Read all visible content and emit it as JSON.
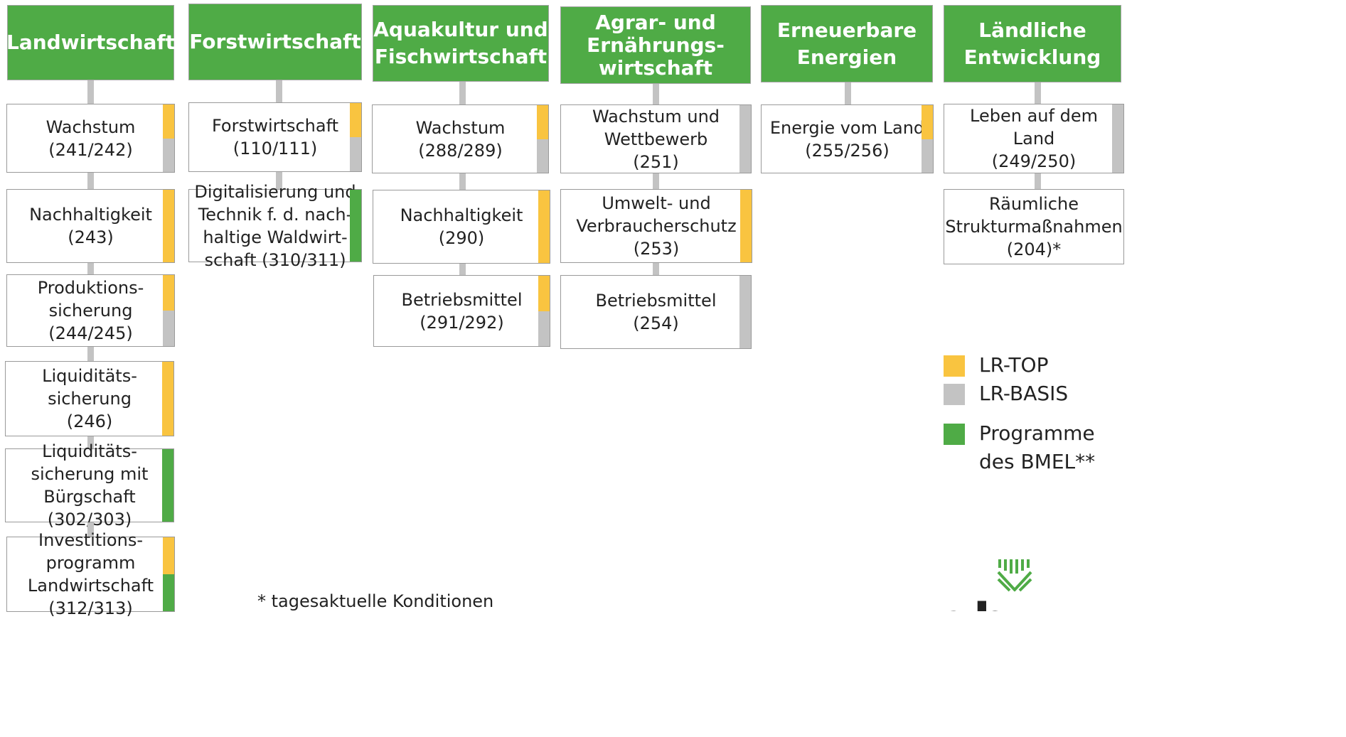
{
  "colors": {
    "green": "#4fab46",
    "yellow": "#f9c440",
    "gray": "#c3c3c3"
  },
  "columns": {
    "landwirtschaft": {
      "title": "Landwirtschaft",
      "items": [
        {
          "label": "Wachstum\n(241/242)",
          "markers": [
            "yellow",
            "gray"
          ]
        },
        {
          "label": "Nachhaltigkeit\n(243)",
          "markers": [
            "yellow"
          ]
        },
        {
          "label": "Produktions-\nsicherung\n(244/245)",
          "markers": [
            "yellow",
            "gray"
          ]
        },
        {
          "label": "Liquiditäts-\nsicherung\n(246)",
          "markers": [
            "yellow"
          ]
        },
        {
          "label": "Liquiditäts-\nsicherung mit\nBürgschaft\n(302/303)",
          "markers": [
            "green"
          ]
        },
        {
          "label": "Investitions-\nprogramm\nLandwirtschaft\n(312/313)",
          "markers": [
            "yellow",
            "green"
          ]
        }
      ]
    },
    "forstwirtschaft": {
      "title": "Forstwirtschaft",
      "items": [
        {
          "label": "Forstwirtschaft\n(110/111)",
          "markers": [
            "yellow",
            "gray"
          ]
        },
        {
          "label": "Digitalisierung und\nTechnik f. d. nach-\nhaltige Waldwirt-\nschaft (310/311)",
          "markers": [
            "green"
          ]
        }
      ]
    },
    "aquakultur": {
      "title": "Aquakultur und\nFischwirtschaft",
      "items": [
        {
          "label": "Wachstum\n(288/289)",
          "markers": [
            "yellow",
            "gray"
          ]
        },
        {
          "label": "Nachhaltigkeit\n(290)",
          "markers": [
            "yellow"
          ]
        },
        {
          "label": "Betriebsmittel\n(291/292)",
          "markers": [
            "yellow",
            "gray"
          ]
        }
      ]
    },
    "agrar": {
      "title": "Agrar- und\nErnährungs-\nwirtschaft",
      "items": [
        {
          "label": "Wachstum und\nWettbewerb\n(251)",
          "markers": [
            "gray"
          ]
        },
        {
          "label": "Umwelt- und\nVerbraucherschutz\n(253)",
          "markers": [
            "yellow"
          ]
        },
        {
          "label": "Betriebsmittel\n(254)",
          "markers": [
            "gray"
          ]
        }
      ]
    },
    "energien": {
      "title": "Erneuerbare\nEnergien",
      "items": [
        {
          "label": "Energie vom Land\n(255/256)",
          "markers": [
            "yellow",
            "gray"
          ]
        }
      ]
    },
    "laendlich": {
      "title": "Ländliche\nEntwicklung",
      "items": [
        {
          "label": "Leben auf dem\nLand\n(249/250)",
          "markers": [
            "gray"
          ]
        },
        {
          "label": "Räumliche\nStrukturmaßnahmen\n(204)*",
          "markers": []
        }
      ]
    }
  },
  "legend": [
    {
      "color": "yellow",
      "label": "LR-TOP"
    },
    {
      "color": "gray",
      "label": "LR-BASIS"
    },
    {
      "color": "green",
      "label": "Programme\ndes BMEL**"
    }
  ],
  "footnote": "* tagesaktuelle Konditionen",
  "logo": {
    "text": "r b"
  }
}
